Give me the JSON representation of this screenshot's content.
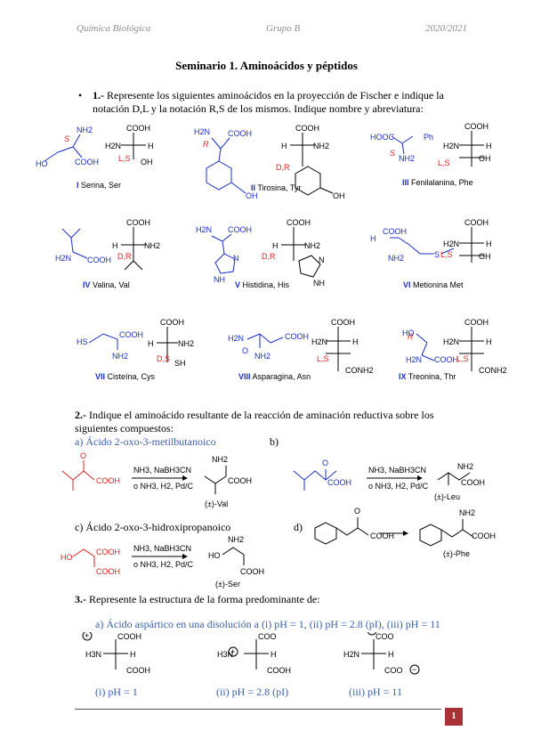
{
  "header": {
    "left": "Química Biológica",
    "center": "Grupo B",
    "right": "2020/2021"
  },
  "title": "Seminario 1. Aminoácidos y péptidos",
  "q1": {
    "bullet": "•",
    "number": "1.-",
    "text_a": "Represente los siguientes aminoácidos en la proyección de Fischer e indique la",
    "text_b": "notación D,L y la notación R,S de los mismos. Indique nombre y abreviatura:",
    "amino_acids": [
      {
        "numeral": "I",
        "name": "Serina, Ser",
        "notation": "L,S"
      },
      {
        "numeral": "II",
        "name": "Tirosina, Tyr",
        "notation": "D,R"
      },
      {
        "numeral": "III",
        "name": "Fenilalanina, Phe",
        "notation": "L,S"
      },
      {
        "numeral": "IV",
        "name": "Valina, Val",
        "notation": "D,R"
      },
      {
        "numeral": "V",
        "name": "Histidina, His",
        "notation": "D,R"
      },
      {
        "numeral": "VI",
        "name": "Metionina   Met",
        "notation": "L,S"
      },
      {
        "numeral": "VII",
        "name": "Cisteína, Cys",
        "notation": "D,S"
      },
      {
        "numeral": "VIII",
        "name": "Asparagina, Asn",
        "notation": "L,S"
      },
      {
        "numeral": "IX",
        "name": "Treonina, Thr",
        "notation": "L,S"
      }
    ]
  },
  "q2": {
    "number": "2.-",
    "text_a": "Indique el aminoácido resultante de la reacción de aminación reductiva sobre los",
    "text_b": "siguientes compuestos:",
    "a_label": "a)  Ácido 2-oxo-3-metilbutanoico",
    "b_label": "b)",
    "c_label": "c)  Ácido 2-oxo-3-hidroxipropanoico",
    "d_label": "d)",
    "reagent_top": "NH3, NaBH3CN",
    "reagent_bottom": "o NH3, H2, Pd/C",
    "products": [
      "(±)-Val",
      "(±)-Leu",
      "(±)-Ser",
      "(±)-Phe"
    ]
  },
  "q3": {
    "number": "3.-",
    "text": "Represente la estructura de la forma predominante de:",
    "a_label": "a)  Ácido aspártico en una disolución a (i) pH = 1, (ii) pH = 2.8 (pI), (iii) pH = 11",
    "captions": [
      "(i) pH = 1",
      "(ii) pH = 2.8 (pI)",
      "(iii) pH = 11"
    ]
  },
  "chem": {
    "cooh": "COOH",
    "coo": "COO",
    "nh2": "NH2",
    "h2n": "H2N",
    "h3n": "H3N",
    "h": "H",
    "oh": "OH",
    "ho": "HO",
    "sh": "SH",
    "hs": "HS",
    "ph": "Ph",
    "conh2": "CONH2",
    "nh": "NH",
    "n": "N",
    "o": "O",
    "s": "S",
    "r": "R",
    "plus": "+",
    "minus": "−",
    "hooc": "HOOC"
  },
  "page_number": "1",
  "colors": {
    "structure_blue": "#1a2fc9",
    "annotation_red": "#e02020",
    "page_badge": "#a83236",
    "caption_blue": "#3a5fae"
  }
}
